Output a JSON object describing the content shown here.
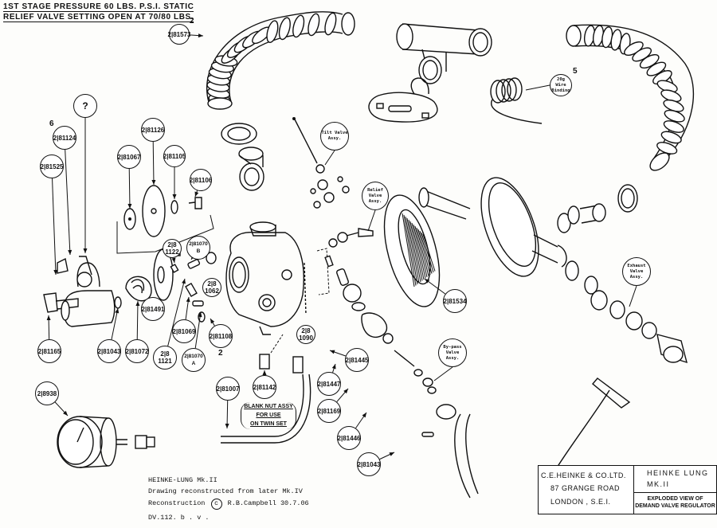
{
  "header_notes": {
    "line1": "1ST STAGE PRESSURE 60 LBS. P.S.I. STATIC",
    "line2": "RELIEF VALVE SETTING OPEN AT 70/80 LBS."
  },
  "callouts": [
    {
      "id": "c-81573",
      "text": "2|81573",
      "index": "2"
    },
    {
      "id": "c-unknown",
      "text": "?",
      "index": ""
    },
    {
      "id": "c-81124",
      "text": "2|81124",
      "index": "6"
    },
    {
      "id": "c-81525",
      "text": "2|81525",
      "index": ""
    },
    {
      "id": "c-81126",
      "text": "2|81126",
      "index": ""
    },
    {
      "id": "c-81067",
      "text": "2|81067",
      "index": ""
    },
    {
      "id": "c-81105",
      "text": "2|81105",
      "index": ""
    },
    {
      "id": "c-81106",
      "text": "2|81106",
      "index": ""
    },
    {
      "id": "c-1122",
      "text": "2|8 1122",
      "index": ""
    },
    {
      "id": "c-81070b",
      "text": "2|81070 B",
      "index": ""
    },
    {
      "id": "c-1062",
      "text": "2|8 1062",
      "index": ""
    },
    {
      "id": "c-81491",
      "text": "2|81491",
      "index": ""
    },
    {
      "id": "c-81069",
      "text": "2|81069",
      "index": ""
    },
    {
      "id": "c-81165",
      "text": "2|81165",
      "index": ""
    },
    {
      "id": "c-81043a",
      "text": "2|81043",
      "index": ""
    },
    {
      "id": "c-81072",
      "text": "2|81072",
      "index": ""
    },
    {
      "id": "c-81121",
      "text": "2|8 1121",
      "index": ""
    },
    {
      "id": "c-81070a",
      "text": "2|81070 A",
      "index": ""
    },
    {
      "id": "c-81108",
      "text": "2|81108",
      "index": "2"
    },
    {
      "id": "c-1090",
      "text": "2|8 1090",
      "index": ""
    },
    {
      "id": "c-81445",
      "text": "2|81445",
      "index": ""
    },
    {
      "id": "c-81447",
      "text": "2|81447",
      "index": ""
    },
    {
      "id": "c-81169",
      "text": "2|81169",
      "index": ""
    },
    {
      "id": "c-81446",
      "text": "2|81446",
      "index": ""
    },
    {
      "id": "c-81043b",
      "text": "2|81043",
      "index": ""
    },
    {
      "id": "c-81007",
      "text": "2|81007",
      "index": ""
    },
    {
      "id": "c-81142",
      "text": "2|81142",
      "index": ""
    },
    {
      "id": "c-8938",
      "text": "2|8938",
      "index": ""
    },
    {
      "id": "c-81534",
      "text": "2|81534",
      "index": ""
    }
  ],
  "assembly_labels": {
    "tilt": "Tilt Valve Assy.",
    "relief": "Relief Valve Assy.",
    "bypass": "By-pass Valve Assy.",
    "exhaust": "Exhaust Valve Assy.",
    "wire": "20g Wire Binding",
    "wire_index": "5"
  },
  "blank_nut_note": [
    "BLANK NUT ASSY",
    "FOR USE",
    "ON TWIN SET"
  ],
  "credits": {
    "line1": "HEINKE-LUNG Mk.II",
    "line2": "Drawing reconstructed from later Mk.IV",
    "line3_prefix": "Reconstruction",
    "copyright": "c",
    "line3_suffix": "R.B.Campbell   30.7.06",
    "line4": "DV.112. b . v ."
  },
  "title_block": {
    "company": "C.E.HEINKE & CO.LTD.",
    "address1": "87 GRANGE ROAD",
    "address2": "LONDON ,   S.E.I.",
    "product": "HEINKE LUNG",
    "model": "MK.II",
    "desc1": "EXPLODED VIEW OF",
    "desc2": "DEMAND VALVE REGULATOR"
  }
}
